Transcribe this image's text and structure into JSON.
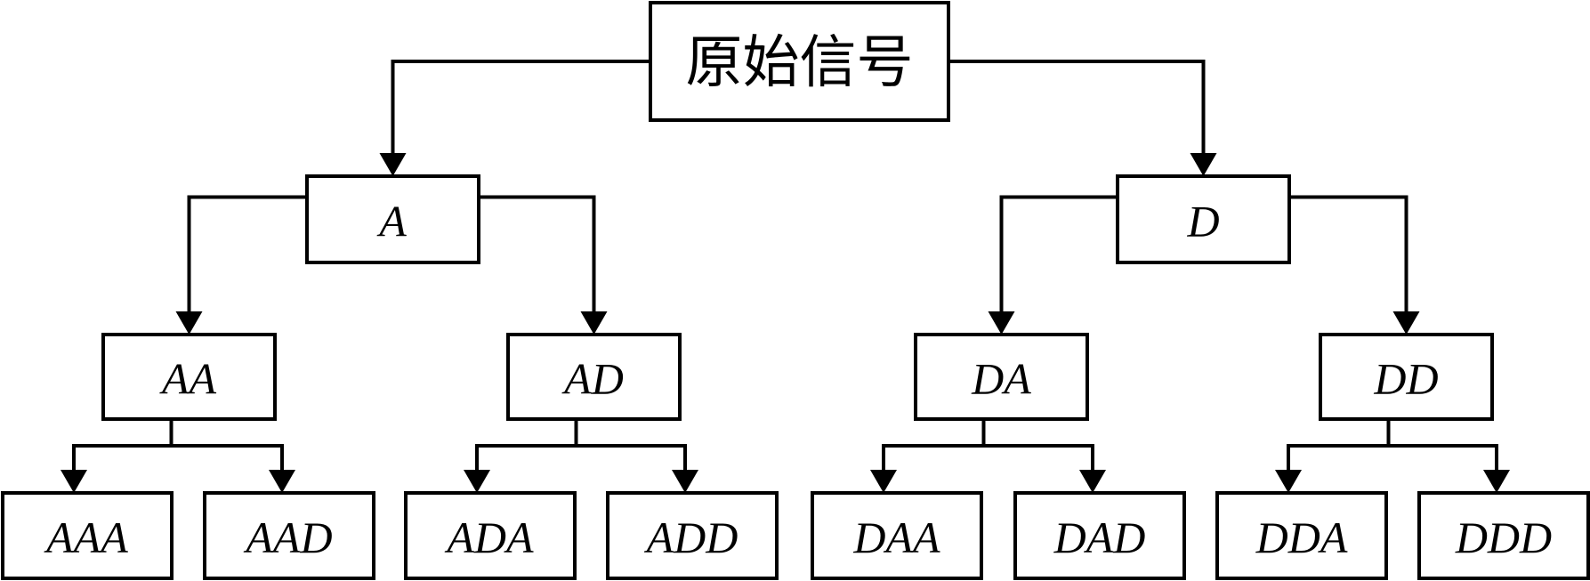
{
  "diagram": {
    "type": "wavelet-packet-decomposition-tree",
    "colors": {
      "line": "#000000",
      "background": "#ffffff"
    },
    "root": {
      "id": "root",
      "label": "原始信号"
    },
    "levels": [
      [
        {
          "id": "A",
          "label": "A",
          "parent": "root"
        },
        {
          "id": "D",
          "label": "D",
          "parent": "root"
        }
      ],
      [
        {
          "id": "AA",
          "label": "AA",
          "parent": "A"
        },
        {
          "id": "AD",
          "label": "AD",
          "parent": "A"
        },
        {
          "id": "DA",
          "label": "DA",
          "parent": "D"
        },
        {
          "id": "DD",
          "label": "DD",
          "parent": "D"
        }
      ],
      [
        {
          "id": "AAA",
          "label": "AAA",
          "parent": "AA"
        },
        {
          "id": "AAD",
          "label": "AAD",
          "parent": "AA"
        },
        {
          "id": "ADA",
          "label": "ADA",
          "parent": "AD"
        },
        {
          "id": "ADD",
          "label": "ADD",
          "parent": "AD"
        },
        {
          "id": "DAA",
          "label": "DAA",
          "parent": "DA"
        },
        {
          "id": "DAD",
          "label": "DAD",
          "parent": "DA"
        },
        {
          "id": "DDA",
          "label": "DDA",
          "parent": "DD"
        },
        {
          "id": "DDD",
          "label": "DDD",
          "parent": "DD"
        }
      ]
    ]
  }
}
